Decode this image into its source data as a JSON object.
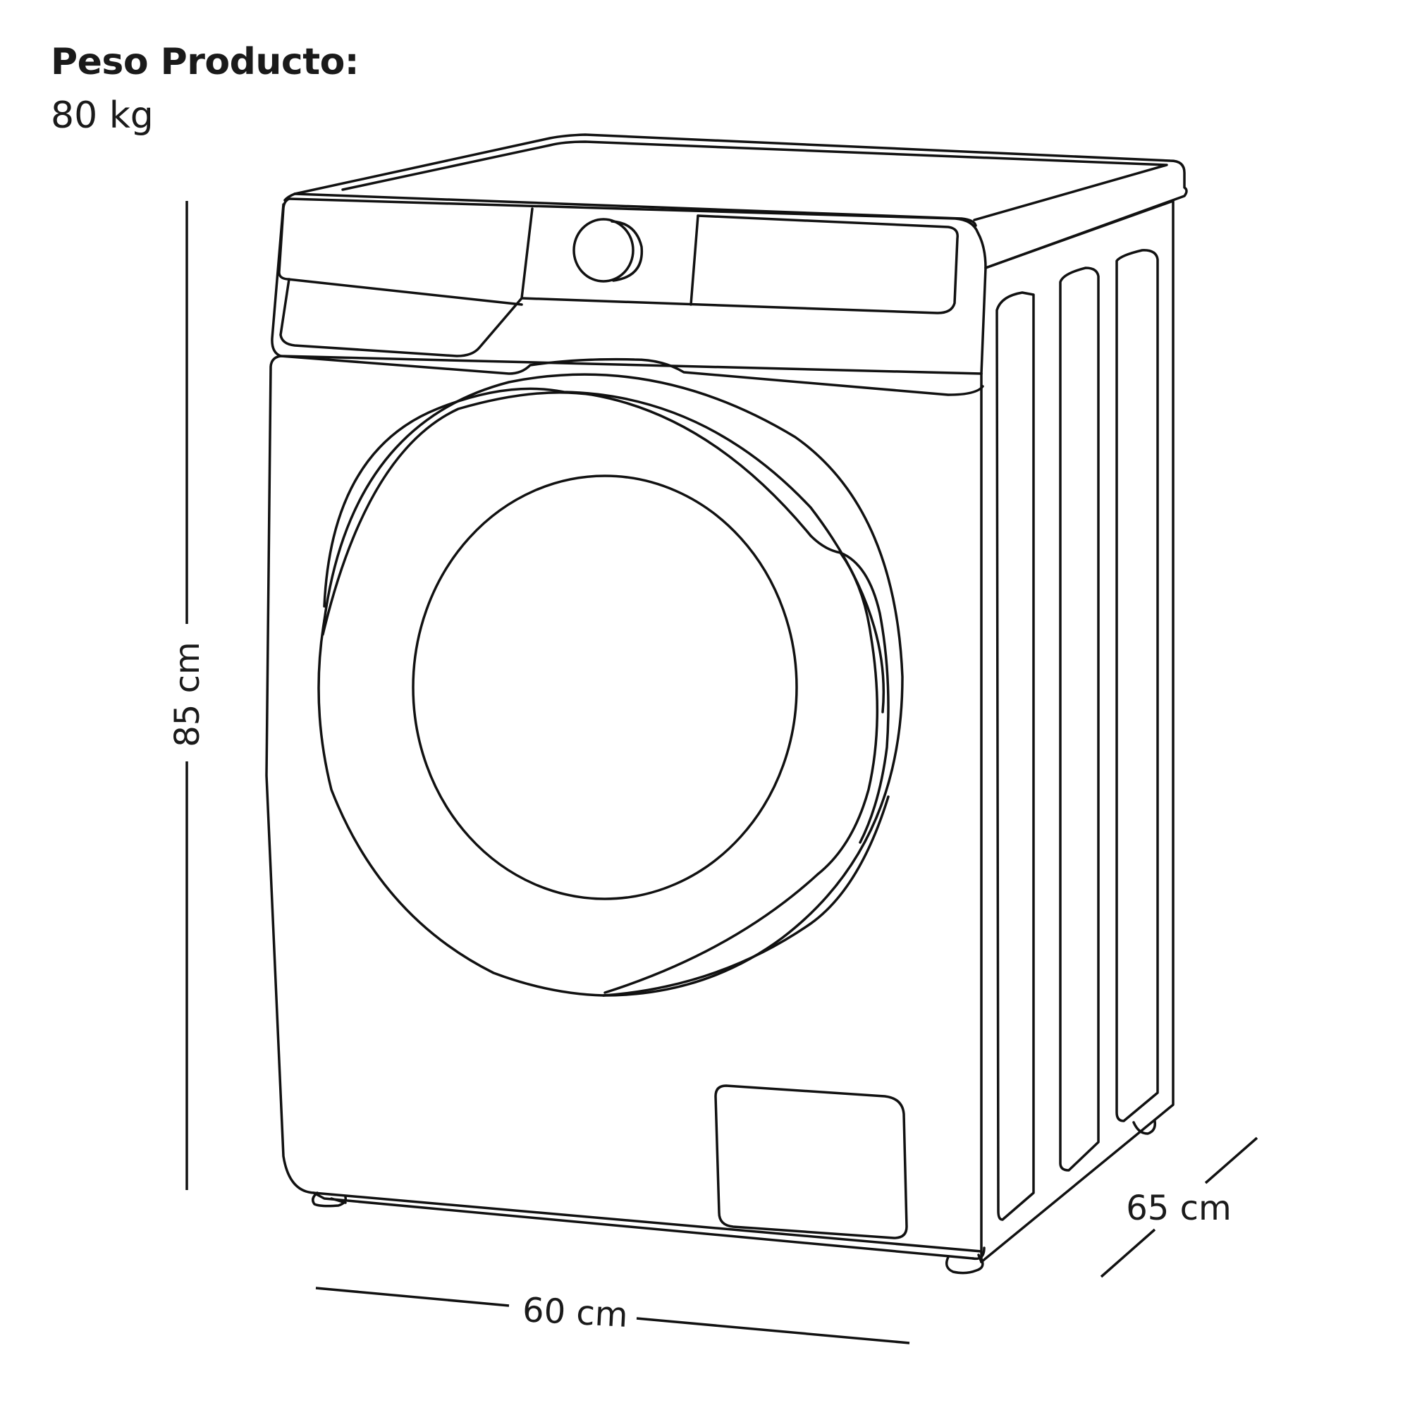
{
  "weight": {
    "label": "Peso Producto:",
    "value": "80 kg"
  },
  "dimensions": {
    "height": "85 cm",
    "width": "60 cm",
    "depth": "65 cm"
  },
  "colors": {
    "stroke": "#111111",
    "background": "#ffffff"
  }
}
